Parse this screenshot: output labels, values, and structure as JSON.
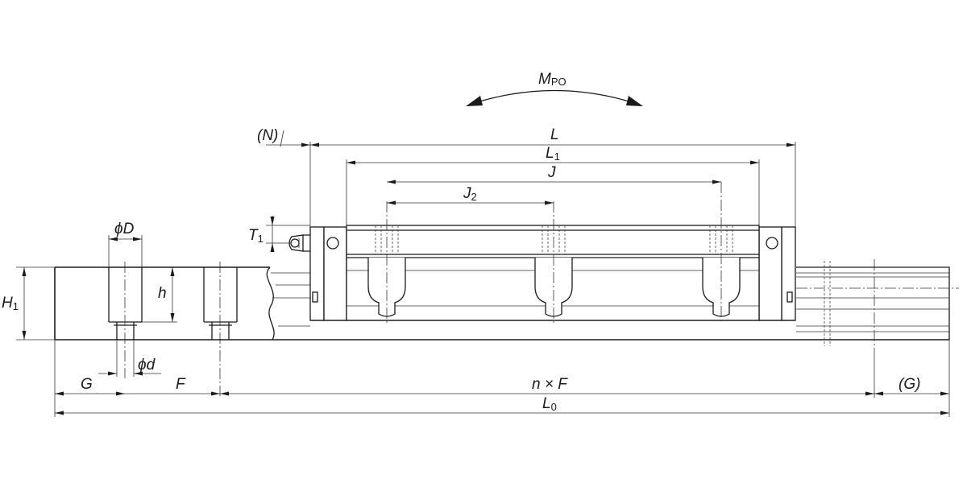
{
  "labels": {
    "moment": {
      "main": "M",
      "sub": "PO"
    },
    "N": "(N)",
    "L": "L",
    "L1": {
      "main": "L",
      "sub": "1"
    },
    "J": "J",
    "J2": {
      "main": "J",
      "sub": "2"
    },
    "T1": {
      "main": "T",
      "sub": "1"
    },
    "phiD": "ϕD",
    "H1": {
      "main": "H",
      "sub": "1"
    },
    "h": "h",
    "phid": "ϕd",
    "G": "G",
    "F": "F",
    "nF": "n × F",
    "G_paren": "(G)",
    "L0": {
      "main": "L",
      "sub": "0"
    }
  }
}
